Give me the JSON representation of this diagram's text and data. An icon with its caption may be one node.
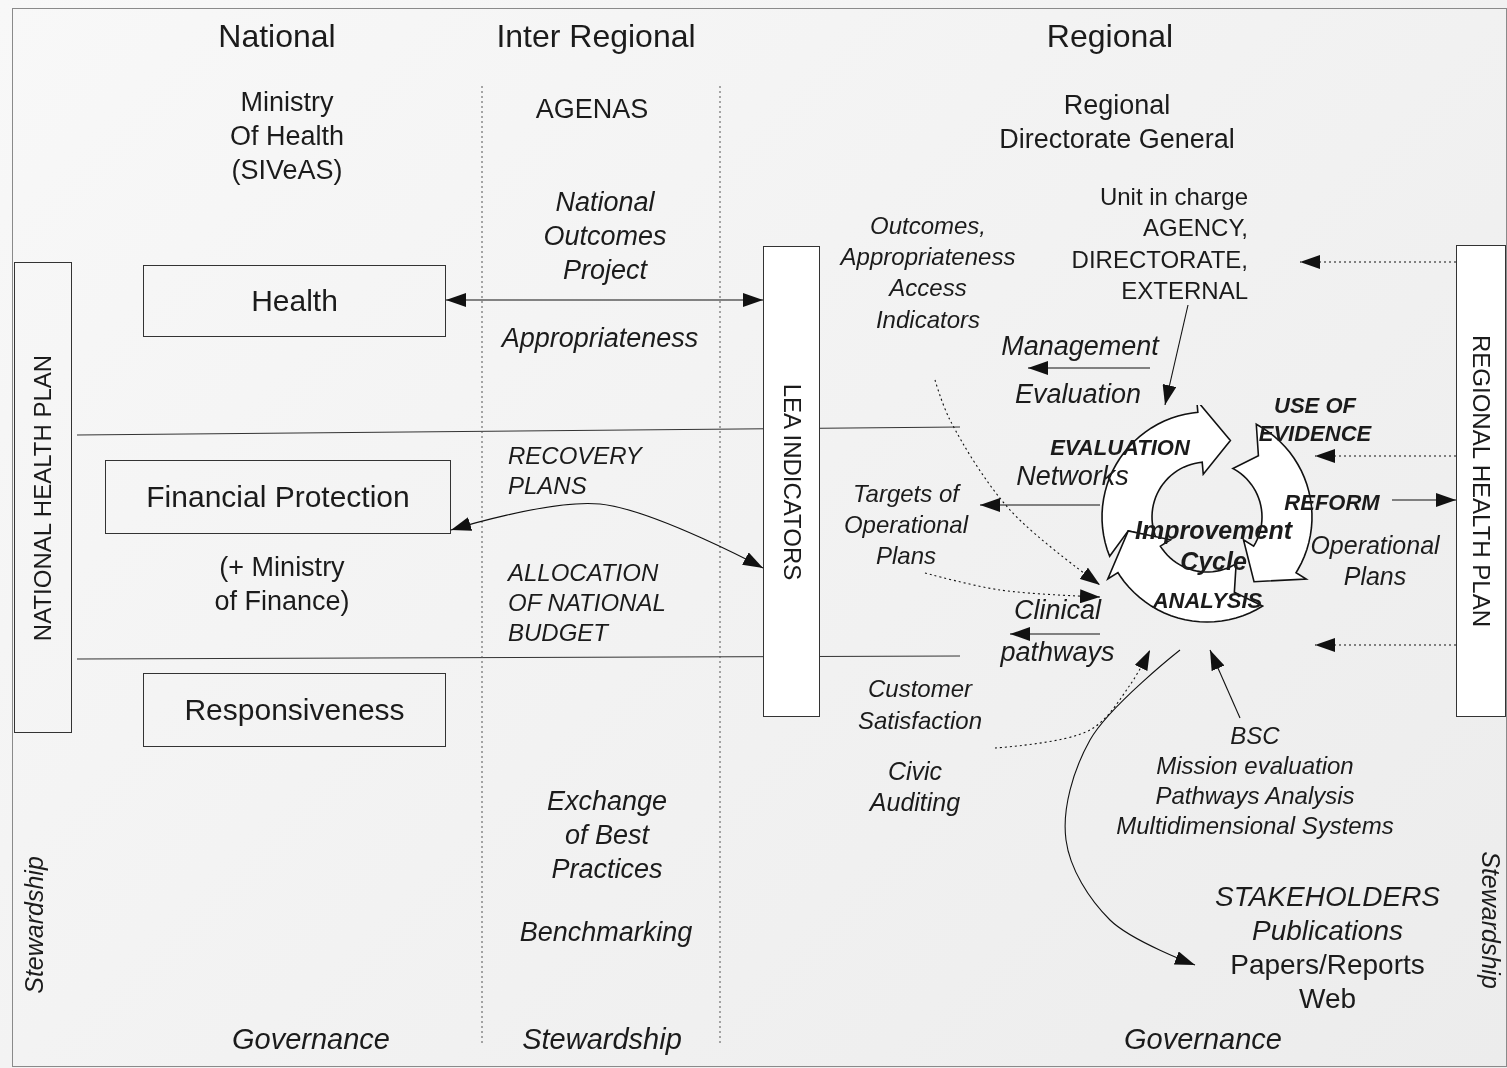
{
  "diagram": {
    "nodes": [
      {
        "text": [
          "NATIONAL HEALTH PLAN"
        ]
      },
      {
        "text": [
          "Health"
        ]
      },
      {
        "text": [
          "Financial Protection"
        ]
      },
      {
        "text": [
          "Responsiveness"
        ]
      },
      {
        "text": [
          "LEA INDICATORS"
        ]
      },
      {
        "text": [
          "REGIONAL HEALTH PLAN"
        ]
      },
      {
        "text": [
          "Outcomes, Appropriateness Access Indicators"
        ]
      },
      {
        "text": [
          "Unit in charge",
          "AGENCY, DIRECTORATE, EXTERNAL"
        ]
      },
      {
        "text": [
          "Targets of Operational Plans"
        ]
      },
      {
        "text": [
          "Customer Satisfaction"
        ]
      },
      {
        "text": [
          "Improvement Cycle"
        ]
      },
      {
        "text": [
          "REFORM"
        ]
      },
      {
        "text": [
          "BSC",
          "Mission evaluation",
          "Pathways Analysis",
          "Multidimensional Systems"
        ]
      },
      {
        "text": [
          "STAKEHOLDERS",
          "Publications",
          "Papers/Reports",
          "Web"
        ]
      }
    ],
    "edges": [
      {
        "from": 1,
        "to": 4,
        "arrow": "both",
        "label": "National Outcomes Project"
      },
      {
        "from": 2,
        "to": 4,
        "arrow": "both",
        "label": "RECOVERY PLANS"
      },
      {
        "from": 5,
        "to": 7,
        "arrow": "to",
        "style": "dashed"
      },
      {
        "from": 5,
        "to": 10,
        "arrow": "to",
        "style": "dashed"
      },
      {
        "from": 5,
        "to": 10,
        "arrow": "to",
        "style": "dashed"
      },
      {
        "from": 11,
        "to": 5,
        "arrow": "to"
      },
      {
        "from": 7,
        "to": 10,
        "arrow": "to"
      },
      {
        "from": null,
        "to": 6,
        "arrow": "to",
        "label": "Management"
      },
      {
        "from": 10,
        "to": 8,
        "arrow": "to",
        "label": "Networks"
      },
      {
        "from": 10,
        "to": null,
        "arrow": "to",
        "label": "Clinical pathways"
      },
      {
        "from": 6,
        "to": 10,
        "arrow": "to",
        "style": "dashed"
      },
      {
        "from": 8,
        "to": 10,
        "arrow": "to",
        "style": "dashed"
      },
      {
        "from": 9,
        "to": 10,
        "arrow": "to",
        "style": "dashed"
      },
      {
        "from": 12,
        "to": 10,
        "arrow": "to"
      },
      {
        "from": 10,
        "to": 13,
        "arrow": "to"
      }
    ],
    "labels": [
      "National",
      "Inter Regional",
      "Regional",
      "Ministry Of Health (SIVeAS)",
      "AGENAS",
      "Regional Directorate General",
      "Appropriateness",
      "(+ Ministry of Finance)",
      "ALLOCATION OF NATIONAL BUDGET",
      "Evaluation",
      "EVALUATION",
      "USE OF EVIDENCE",
      "ANALYSIS",
      "Operational Plans",
      "Civic Auditing",
      "Exchange of Best Practices",
      "Benchmarking",
      "Stewardship",
      "Stewardship",
      "Governance",
      "Stewardship",
      "Governance"
    ]
  }
}
